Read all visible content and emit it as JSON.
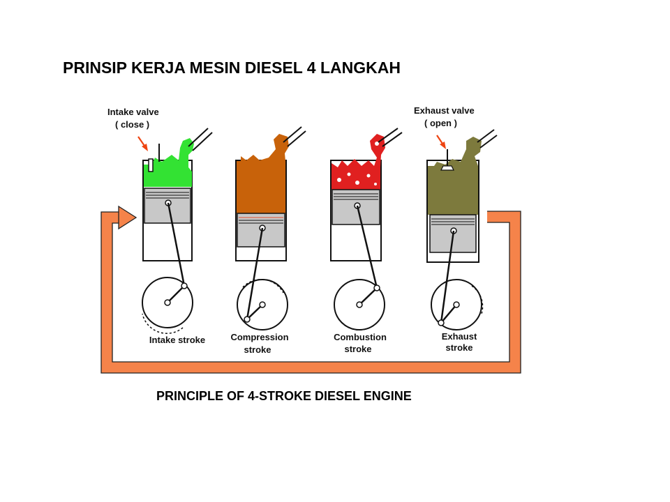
{
  "title": "PRINSIP KERJA MESIN DIESEL 4 LANGKAH",
  "subtitle": "PRINCIPLE OF 4-STROKE DIESEL ENGINE",
  "colors": {
    "intake": "#33e233",
    "compression": "#c8620a",
    "combustion": "#e02020",
    "exhaust": "#7d7a3d",
    "loop": "#f5834a",
    "arrow": "#ee4411"
  },
  "callouts": {
    "intake_valve": "Intake valve",
    "intake_state": "( close )",
    "exhaust_valve": "Exhaust valve",
    "exhaust_state": "( open )"
  },
  "strokes": [
    {
      "line1": "Intake stroke",
      "line2": ""
    },
    {
      "line1": "Compression",
      "line2": "stroke"
    },
    {
      "line1": "Combustion",
      "line2": "stroke"
    },
    {
      "line1": "Exhaust",
      "line2": "stroke"
    }
  ]
}
